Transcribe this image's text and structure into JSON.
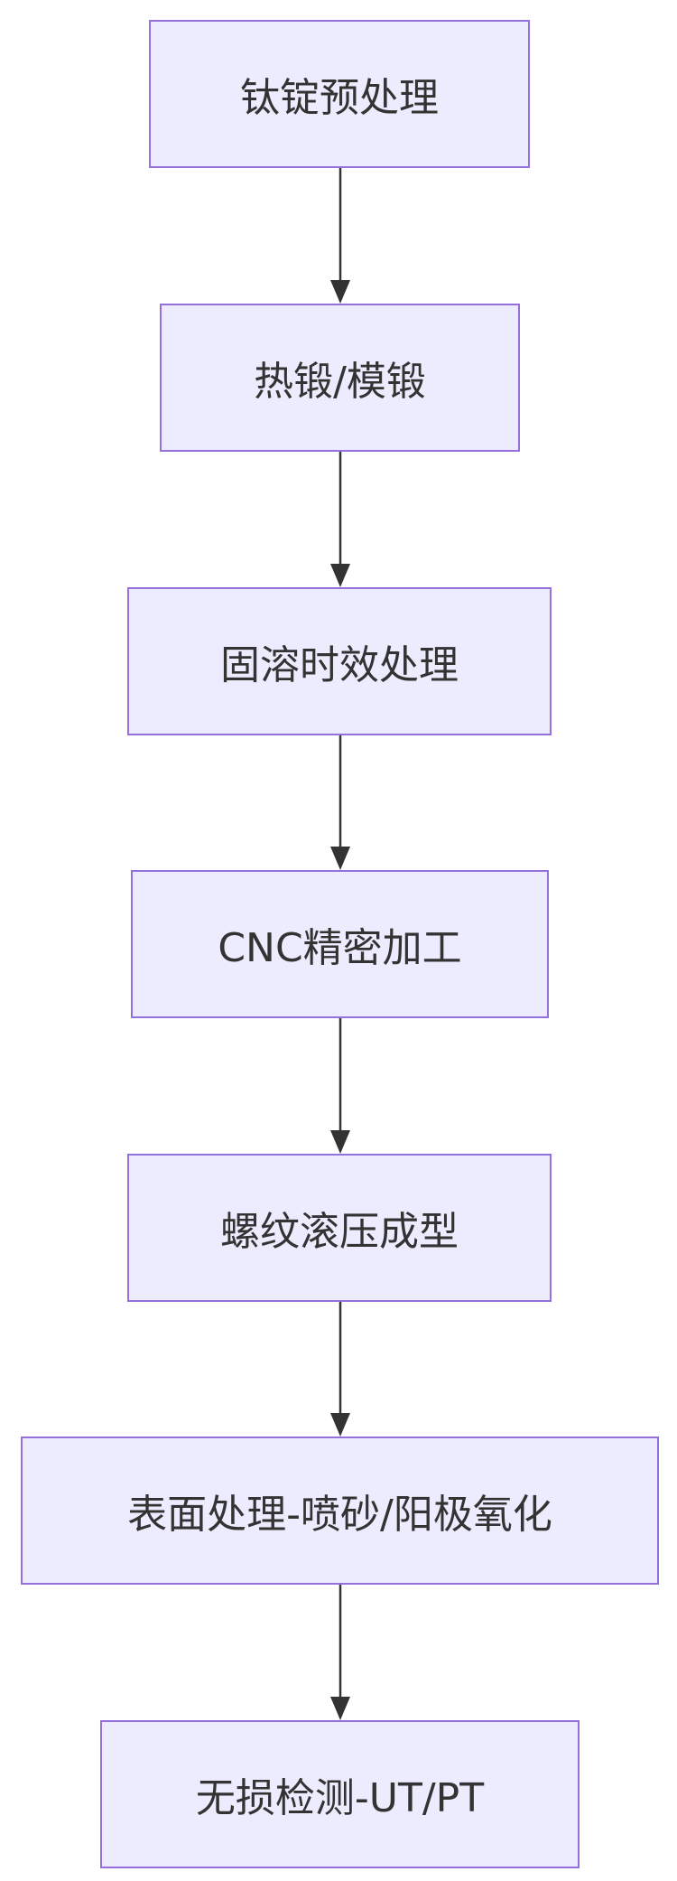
{
  "flowchart": {
    "nodes": [
      {
        "label": "钛锭预处理"
      },
      {
        "label": "热锻/模锻"
      },
      {
        "label": "固溶时效处理"
      },
      {
        "label": "CNC精密加工"
      },
      {
        "label": "螺纹滚压成型"
      },
      {
        "label": "表面处理-喷砂/阳极氧化"
      },
      {
        "label": "无损检测-UT/PT"
      }
    ],
    "colors": {
      "node_fill": "#ececfe",
      "node_border": "#9370db",
      "text": "#333333",
      "arrow": "#333333"
    }
  }
}
